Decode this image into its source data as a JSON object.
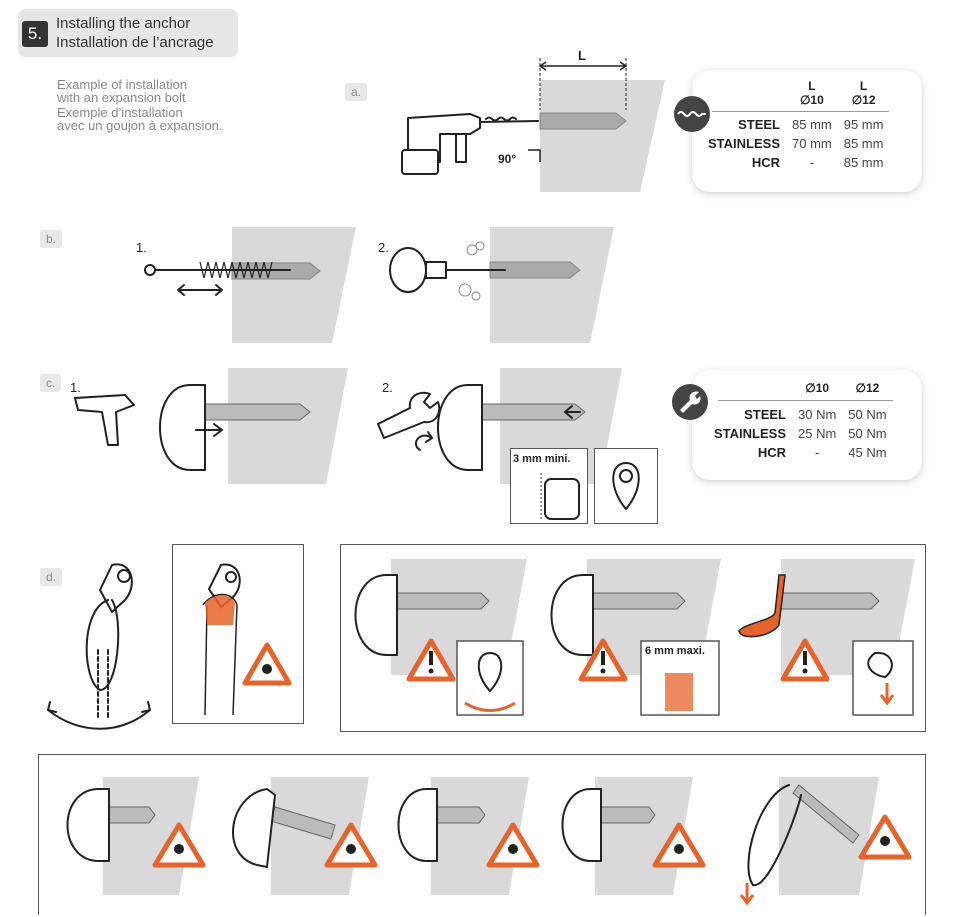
{
  "header": {
    "step_number": "5.",
    "title_en": "Installing the anchor",
    "title_fr": "Installation de l’ancrage"
  },
  "intro": {
    "en_line1": "Example of installation",
    "en_line2": "with an expansion bolt",
    "fr_line1": "Exemple d’installation",
    "fr_line2": "avec un goujon à expansion."
  },
  "steps": {
    "a": "a.",
    "b": "b.",
    "c": "c.",
    "d": "d."
  },
  "diagram_a": {
    "dim_label": "L",
    "angle_label": "90°"
  },
  "diagram_b": {
    "sub1": "1.",
    "sub2": "2."
  },
  "diagram_c": {
    "sub1": "1.",
    "sub2": "2.",
    "min_label": "3 mm mini."
  },
  "diagram_d": {
    "max_label": "6 mm maxi."
  },
  "depth_table": {
    "col1_top": "L",
    "col1_bot": "∅10",
    "col2_top": "L",
    "col2_bot": "∅12",
    "rows": [
      {
        "label": "STEEL",
        "v10": "85 mm",
        "v12": "95 mm"
      },
      {
        "label": "STAINLESS",
        "v10": "70 mm",
        "v12": "85 mm"
      },
      {
        "label": "HCR",
        "v10": "-",
        "v12": "85 mm"
      }
    ]
  },
  "torque_table": {
    "col1": "∅10",
    "col2": "∅12",
    "rows": [
      {
        "label": "STEEL",
        "v10": "30 Nm",
        "v12": "50 Nm"
      },
      {
        "label": "STAINLESS",
        "v10": "25 Nm",
        "v12": "50 Nm"
      },
      {
        "label": "HCR",
        "v10": "-",
        "v12": "45 Nm"
      }
    ]
  },
  "colors": {
    "accent": "#e8632a",
    "wall": "#d9d9d9",
    "header_bg": "#e6e6e6",
    "step_badge": "#333333"
  },
  "icons": [
    "drill-bit-icon",
    "wrench-icon",
    "warning-icon",
    "danger-skull-icon",
    "drill-icon",
    "brush-icon",
    "blower-icon",
    "hammer-icon"
  ]
}
